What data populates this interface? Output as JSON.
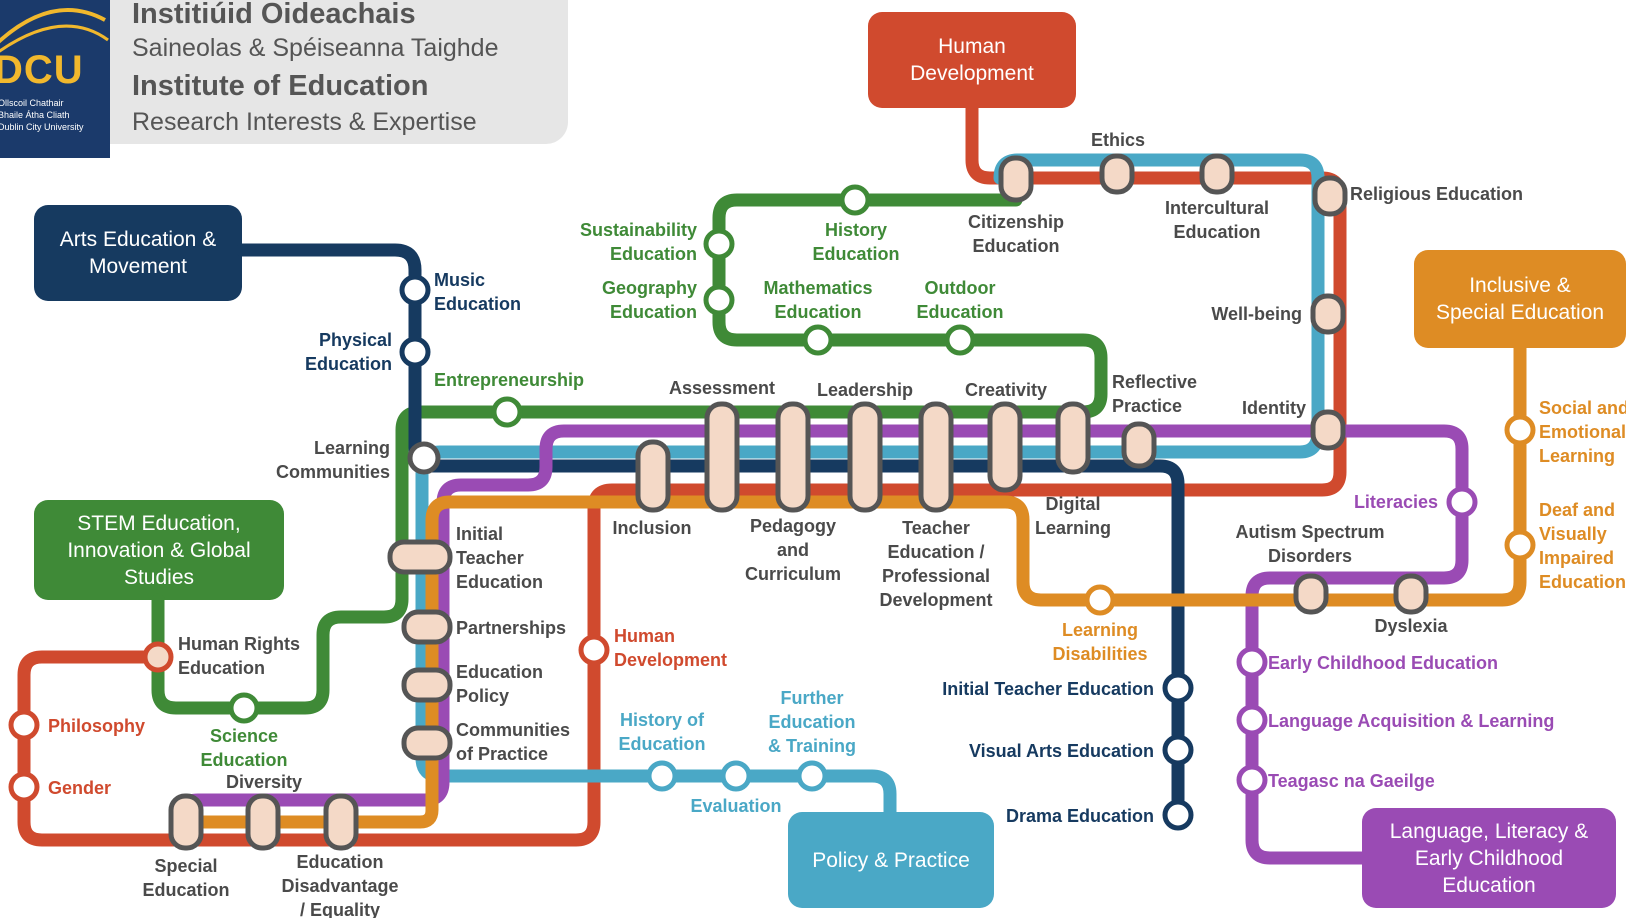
{
  "header": {
    "logo_text": "DCU",
    "logo_lines": [
      "Ollscoil Chathair",
      "Bhaile Átha Cliath",
      "Dublin City University"
    ],
    "title_ga": "Institiúid Oideachais",
    "subtitle_ga": "Saineolas & Spéiseanna Taighde",
    "title_en": "Institute of Education",
    "subtitle_en": "Research Interests & Expertise"
  },
  "colors": {
    "red": "#d04a2e",
    "teal": "#4aa8c6",
    "green": "#3f8a37",
    "navy": "#163a60",
    "purple": "#9a4bb4",
    "orange": "#de8c24",
    "label_grey": "#4a4a4a",
    "station_fill_light": "#f4d9c7"
  },
  "boxes": {
    "human_development": "Human\nDevelopment",
    "arts_education": "Arts Education &\nMovement",
    "stem_education": "STEM Education,\nInnovation & Global\nStudies",
    "inclusive_education": "Inclusive &\nSpecial Education",
    "policy_practice": "Policy & Practice",
    "language_literacy": "Language, Literacy &\nEarly Childhood\nEducation"
  },
  "stations": {
    "ethics": "Ethics",
    "religious_education": "Religious Education",
    "citizenship_education": "Citizenship\nEducation",
    "intercultural_education": "Intercultural\nEducation",
    "history_education": "History\nEducation",
    "sustainability_education": "Sustainability\nEducation",
    "geography_education": "Geography\nEducation",
    "mathematics_education": "Mathematics\nEducation",
    "outdoor_education": "Outdoor\nEducation",
    "well_being": "Well-being",
    "music_education": "Music\nEducation",
    "physical_education": "Physical\nEducation",
    "entrepreneurship": "Entrepreneurship",
    "assessment": "Assessment",
    "leadership": "Leadership",
    "creativity": "Creativity",
    "reflective_practice": "Reflective\nPractice",
    "identity": "Identity",
    "social_emotional_learning": "Social and\nEmotional\nLearning",
    "learning_communities": "Learning\nCommunities",
    "initial_teacher_education_main": "Initial\nTeacher\nEducation",
    "inclusion": "Inclusion",
    "pedagogy_curriculum": "Pedagogy\nand\nCurriculum",
    "teacher_education_pd": "Teacher\nEducation /\nProfessional\nDevelopment",
    "digital_learning": "Digital\nLearning",
    "literacies": "Literacies",
    "autism_spectrum_disorders": "Autism Spectrum\nDisorders",
    "deaf_visually_impaired": "Deaf and\nVisually\nImpaired\nEducation",
    "dyslexia": "Dyslexia",
    "learning_disabilities": "Learning\nDisabilities",
    "partnerships": "Partnerships",
    "education_policy": "Education\nPolicy",
    "communities_of_practice": "Communities\nof Practice",
    "human_development_red": "Human\nDevelopment",
    "human_rights_education": "Human Rights\nEducation",
    "philosophy": "Philosophy",
    "gender": "Gender",
    "science_education": "Science\nEducation",
    "diversity": "Diversity",
    "special_education": "Special\nEducation",
    "education_disadvantage": "Education\nDisadvantage\n/ Equality",
    "history_of_education": "History of\nEducation",
    "further_education_training": "Further\nEducation\n& Training",
    "evaluation": "Evaluation",
    "initial_teacher_education_navy": "Initial Teacher Education",
    "visual_arts_education": "Visual Arts Education",
    "drama_education": "Drama Education",
    "early_childhood_education": "Early Childhood Education",
    "language_acquisition_learning": "Language Acquisition & Learning",
    "teagasc_na_gaeilge": "Teagasc na Gaeilge"
  }
}
